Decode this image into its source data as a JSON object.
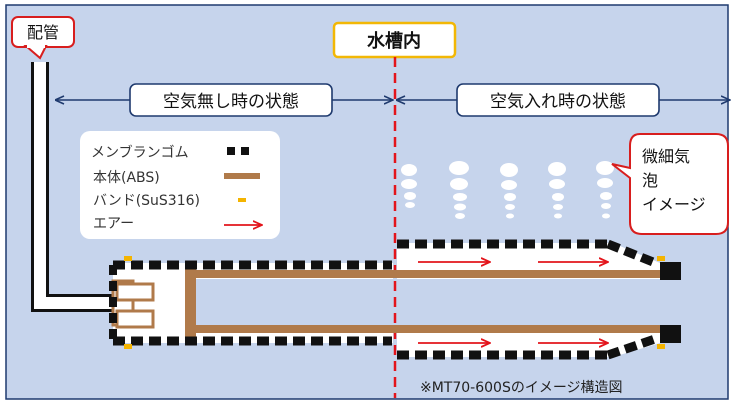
{
  "labels": {
    "pipe": "配管",
    "tank_inside": "水槽内",
    "state_no_air": "空気無し時の状態",
    "state_with_air": "空気入れ時の状態",
    "micro_bubble_line1": "微細気",
    "micro_bubble_line2": "泡",
    "micro_bubble_line3": "イメージ",
    "caption": "※MT70-600Sのイメージ構造図"
  },
  "legend": [
    {
      "label": "メンブランゴム",
      "icon": "dashed-membrane-icon"
    },
    {
      "label": "本体(ABS)",
      "icon": "brown-bar-icon"
    },
    {
      "label": "バンド(SuS316)",
      "icon": "yellow-band-icon"
    },
    {
      "label": "エアー",
      "icon": "red-arrow-icon"
    }
  ],
  "colors": {
    "background": "#c6d4ec",
    "border": "#1f3a6e",
    "highlight_box": "#f2b705",
    "callout_red": "#d81e1e",
    "divider_red": "#e3141b",
    "body_abs": "#b07a4a",
    "membrane": "#111111",
    "band": "#f4b400",
    "air": "#e3141b"
  }
}
